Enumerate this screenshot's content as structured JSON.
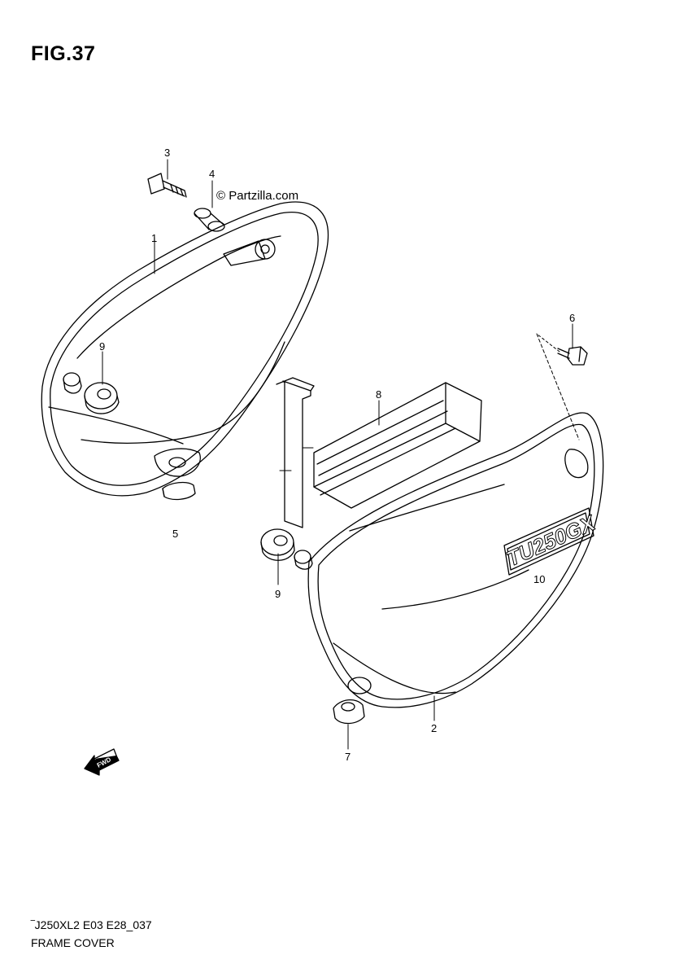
{
  "figure": {
    "title": "FIG.37"
  },
  "watermark": "© Partzilla.com",
  "callouts": [
    "1",
    "2",
    "3",
    "4",
    "5",
    "6",
    "7",
    "8",
    "9",
    "9",
    "10"
  ],
  "emblem_text": "TU250GX",
  "fwd_label": "FWD",
  "footer": {
    "code": "‾J250XL2 E03 E28_037",
    "name": "FRAME COVER"
  },
  "colors": {
    "line": "#000000",
    "background": "#ffffff"
  }
}
